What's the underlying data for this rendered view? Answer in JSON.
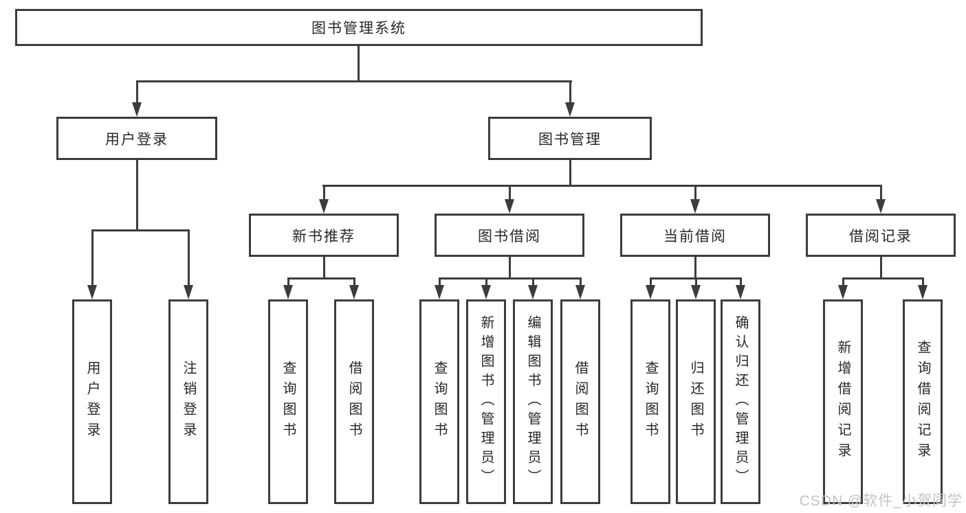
{
  "colors": {
    "line": "#3c3c3c",
    "text": "#272727",
    "watermark": "#c3c3c3",
    "background": "#ffffff"
  },
  "diagram": {
    "root": {
      "label": "图书管理系统"
    },
    "level2": [
      {
        "label": "用户登录"
      },
      {
        "label": "图书管理"
      }
    ],
    "level3": [
      {
        "label": "新书推荐"
      },
      {
        "label": "图书借阅"
      },
      {
        "label": "当前借阅"
      },
      {
        "label": "借阅记录"
      }
    ],
    "leaves": [
      {
        "label": "用户登录"
      },
      {
        "label": "注销登录"
      },
      {
        "label": "查询图书"
      },
      {
        "label": "借阅图书"
      },
      {
        "label": "查询图书"
      },
      {
        "label": "新增图书（管理员）"
      },
      {
        "label": "编辑图书（管理员）"
      },
      {
        "label": "借阅图书"
      },
      {
        "label": "查询图书"
      },
      {
        "label": "归还图书"
      },
      {
        "label": "确认归还（管理员）"
      },
      {
        "label": "新增借阅记录"
      },
      {
        "label": "查询借阅记录"
      }
    ]
  },
  "watermark": {
    "text": "CSDN @软件_小贺同学"
  }
}
